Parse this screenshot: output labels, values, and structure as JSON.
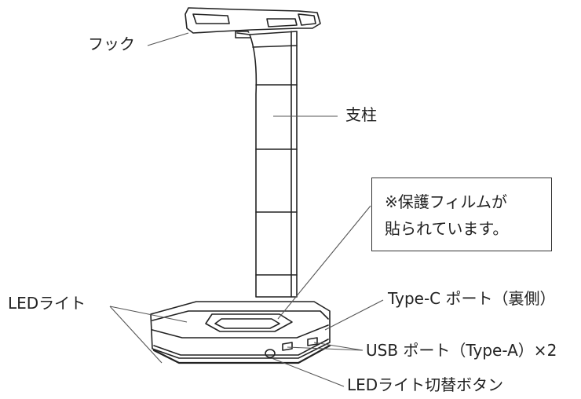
{
  "labels": {
    "hook": "フック",
    "pillar": "支柱",
    "led_light": "LEDライト",
    "type_c_port": "Type-C ポート（裏側）",
    "usb_port": "USB ポート（Type-A）×2",
    "led_switch": "LEDライト切替ボタン"
  },
  "note": {
    "line1": "※保護フィルムが",
    "line2": "貼られています。"
  },
  "colors": {
    "line": "#222222",
    "leader": "#555555"
  }
}
